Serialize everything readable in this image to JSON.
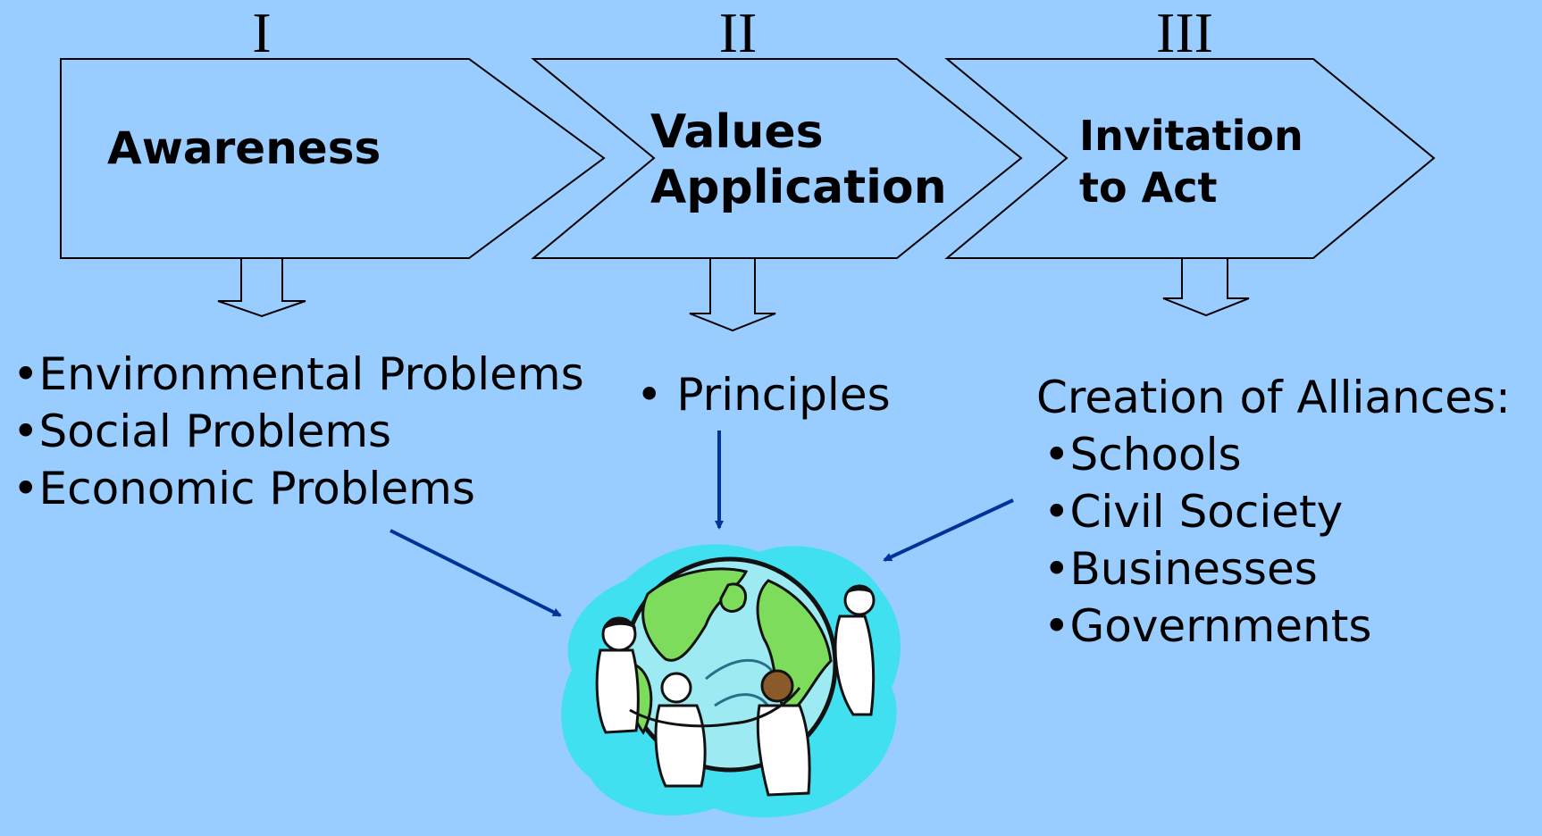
{
  "stages": [
    {
      "numeral": "I",
      "title_lines": [
        "Awareness"
      ]
    },
    {
      "numeral": "II",
      "title_lines": [
        "Values",
        "Application"
      ]
    },
    {
      "numeral": "III",
      "title_lines": [
        "Invitation",
        "to Act"
      ]
    }
  ],
  "awareness_items": [
    "Environmental Problems",
    "Social Problems",
    "Economic Problems"
  ],
  "values_items": [
    "Principles"
  ],
  "alliances": {
    "heading": "Creation of Alliances:",
    "items": [
      "Schools",
      "Civil Society",
      "Businesses",
      "Governments"
    ]
  },
  "colors": {
    "background": "#99CCFF",
    "arrow_blue": "#003399",
    "earth_ocean": "#9EEAF2",
    "earth_land": "#7EDC5C",
    "splash": "#40E0F0"
  },
  "icons": [
    "children-holding-globe-icon"
  ]
}
